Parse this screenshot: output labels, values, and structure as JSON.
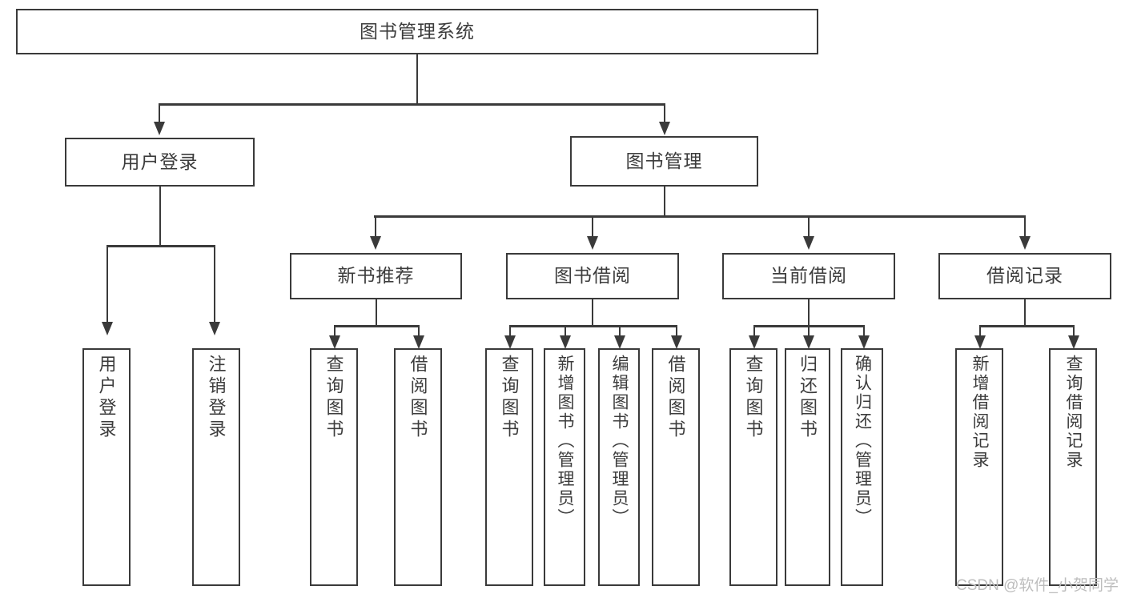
{
  "diagram": {
    "type": "tree",
    "title": "图书管理系统",
    "root": {
      "label": "图书管理系统"
    },
    "level2": [
      {
        "label": "用户登录"
      },
      {
        "label": "图书管理"
      }
    ],
    "level3": [
      {
        "label": "新书推荐"
      },
      {
        "label": "图书借阅"
      },
      {
        "label": "当前借阅"
      },
      {
        "label": "借阅记录"
      }
    ],
    "leaves": {
      "user_login": [
        {
          "label": "用户登录"
        },
        {
          "label": "注销登录"
        }
      ],
      "new_book_recommend": [
        {
          "label": "查询图书"
        },
        {
          "label": "借阅图书"
        }
      ],
      "book_borrow": [
        {
          "label": "查询图书"
        },
        {
          "label": "新增图书（管理员）"
        },
        {
          "label": "编辑图书（管理员）"
        },
        {
          "label": "借阅图书"
        }
      ],
      "current_borrow": [
        {
          "label": "查询图书"
        },
        {
          "label": "归还图书"
        },
        {
          "label": "确认归还（管理员）"
        }
      ],
      "borrow_record": [
        {
          "label": "新增借阅记录"
        },
        {
          "label": "查询借阅记录"
        }
      ]
    }
  },
  "watermark": {
    "text": "CSDN @软件_小贺同学"
  },
  "colors": {
    "box_border": "#3a3a3a",
    "box_fill": "#ffffff",
    "text": "#3c3c3c",
    "watermark": "#bdbdbd"
  }
}
